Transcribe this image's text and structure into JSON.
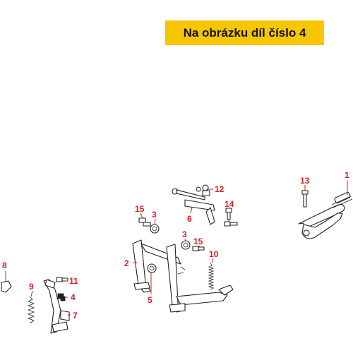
{
  "banner": {
    "text": "Na obrázku díl číslo 4",
    "bg": "#f7c600"
  },
  "callouts": [
    "1",
    "2",
    "3",
    "3",
    "4",
    "5",
    "6",
    "7",
    "8",
    "9",
    "10",
    "11",
    "12",
    "13",
    "14",
    "15",
    "15"
  ],
  "colors": {
    "callout": "#d42020",
    "line": "#222222"
  }
}
